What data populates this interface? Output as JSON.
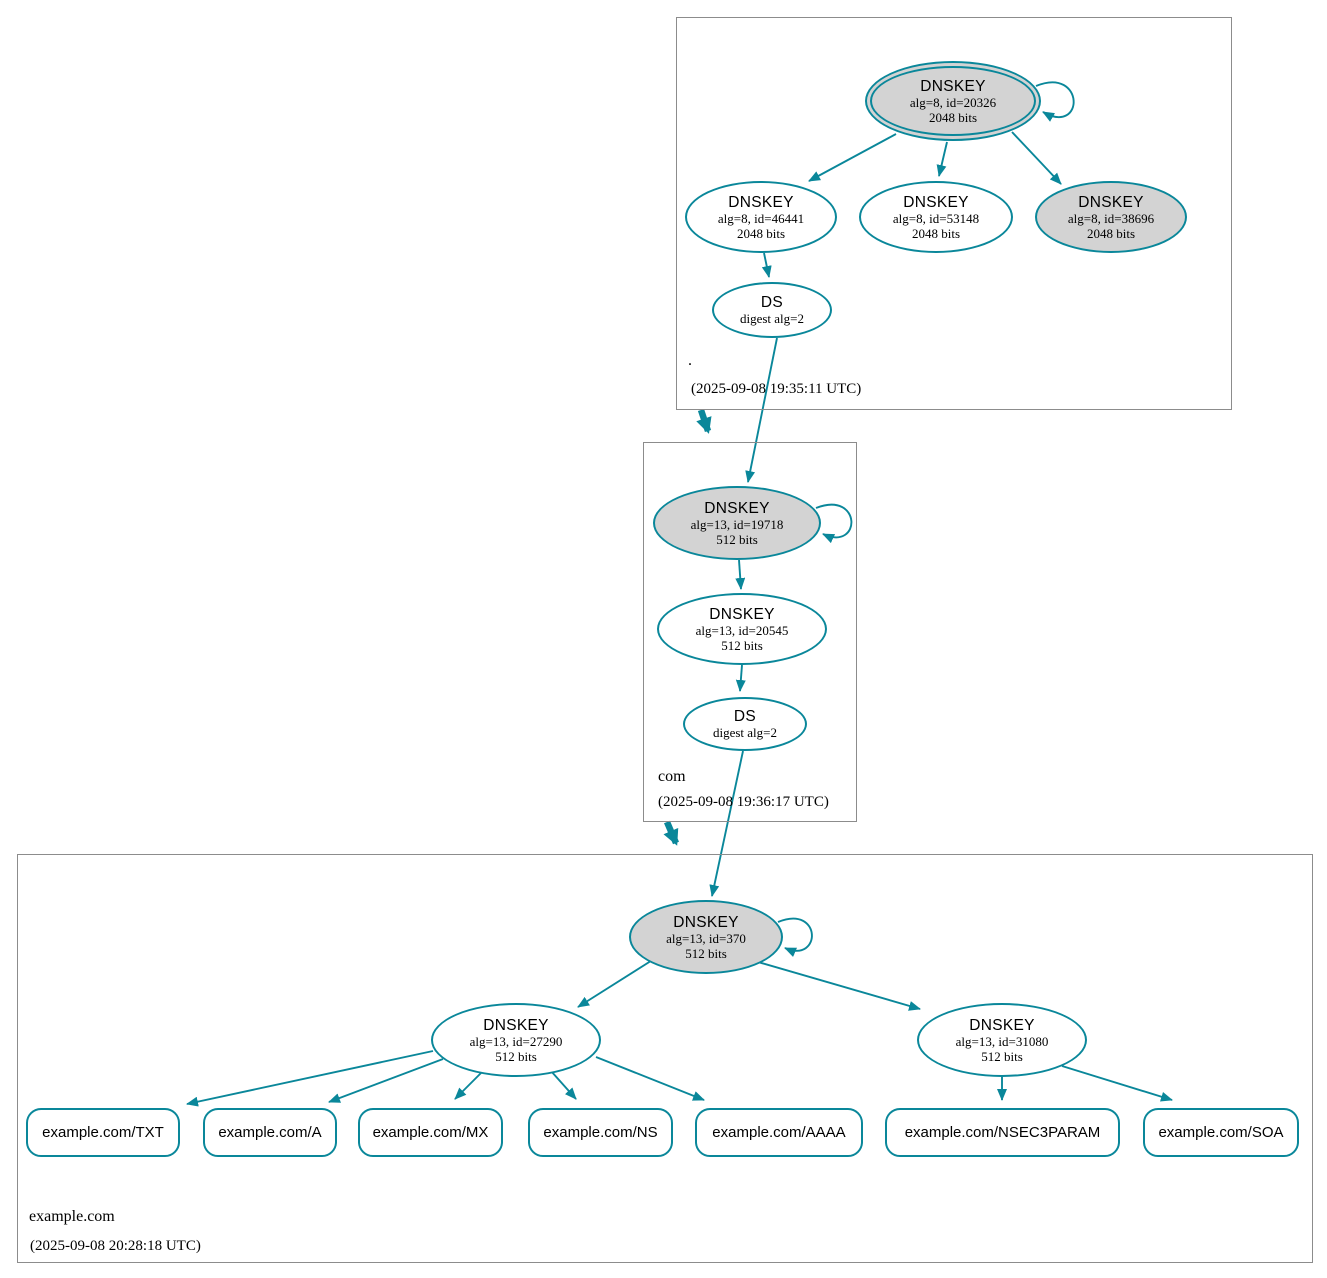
{
  "colors": {
    "secure": "#0a879a",
    "sep_fill": "#d3d3d3",
    "node_fill": "#ffffff",
    "zone_border": "#8c8c8c",
    "text": "#000000"
  },
  "zones": [
    {
      "name": "root",
      "label": ".",
      "timestamp": "(2025-09-08 19:35:11 UTC)"
    },
    {
      "name": "com",
      "label": "com",
      "timestamp": "(2025-09-08 19:36:17 UTC)"
    },
    {
      "name": "example.com",
      "label": "example.com",
      "timestamp": "(2025-09-08 20:28:18 UTC)"
    }
  ],
  "nodes": [
    {
      "zone": "root",
      "type": "dnskey-sep-trust-anchor",
      "title": "DNSKEY",
      "detail1": "alg=8, id=20326",
      "detail2": "2048 bits"
    },
    {
      "zone": "root",
      "type": "dnskey",
      "title": "DNSKEY",
      "detail1": "alg=8, id=46441",
      "detail2": "2048 bits"
    },
    {
      "zone": "root",
      "type": "dnskey",
      "title": "DNSKEY",
      "detail1": "alg=8, id=53148",
      "detail2": "2048 bits"
    },
    {
      "zone": "root",
      "type": "dnskey-sep",
      "title": "DNSKEY",
      "detail1": "alg=8, id=38696",
      "detail2": "2048 bits"
    },
    {
      "zone": "root",
      "type": "ds",
      "title": "DS",
      "detail1": "digest alg=2"
    },
    {
      "zone": "com",
      "type": "dnskey-sep",
      "title": "DNSKEY",
      "detail1": "alg=13, id=19718",
      "detail2": "512 bits"
    },
    {
      "zone": "com",
      "type": "dnskey",
      "title": "DNSKEY",
      "detail1": "alg=13, id=20545",
      "detail2": "512 bits"
    },
    {
      "zone": "com",
      "type": "ds",
      "title": "DS",
      "detail1": "digest alg=2"
    },
    {
      "zone": "example.com",
      "type": "dnskey-sep",
      "title": "DNSKEY",
      "detail1": "alg=13, id=370",
      "detail2": "512 bits"
    },
    {
      "zone": "example.com",
      "type": "dnskey",
      "title": "DNSKEY",
      "detail1": "alg=13, id=27290",
      "detail2": "512 bits"
    },
    {
      "zone": "example.com",
      "type": "dnskey",
      "title": "DNSKEY",
      "detail1": "alg=13, id=31080",
      "detail2": "512 bits"
    }
  ],
  "rrsets": [
    {
      "label": "example.com/TXT"
    },
    {
      "label": "example.com/A"
    },
    {
      "label": "example.com/MX"
    },
    {
      "label": "example.com/NS"
    },
    {
      "label": "example.com/AAAA"
    },
    {
      "label": "example.com/NSEC3PARAM"
    },
    {
      "label": "example.com/SOA"
    }
  ]
}
